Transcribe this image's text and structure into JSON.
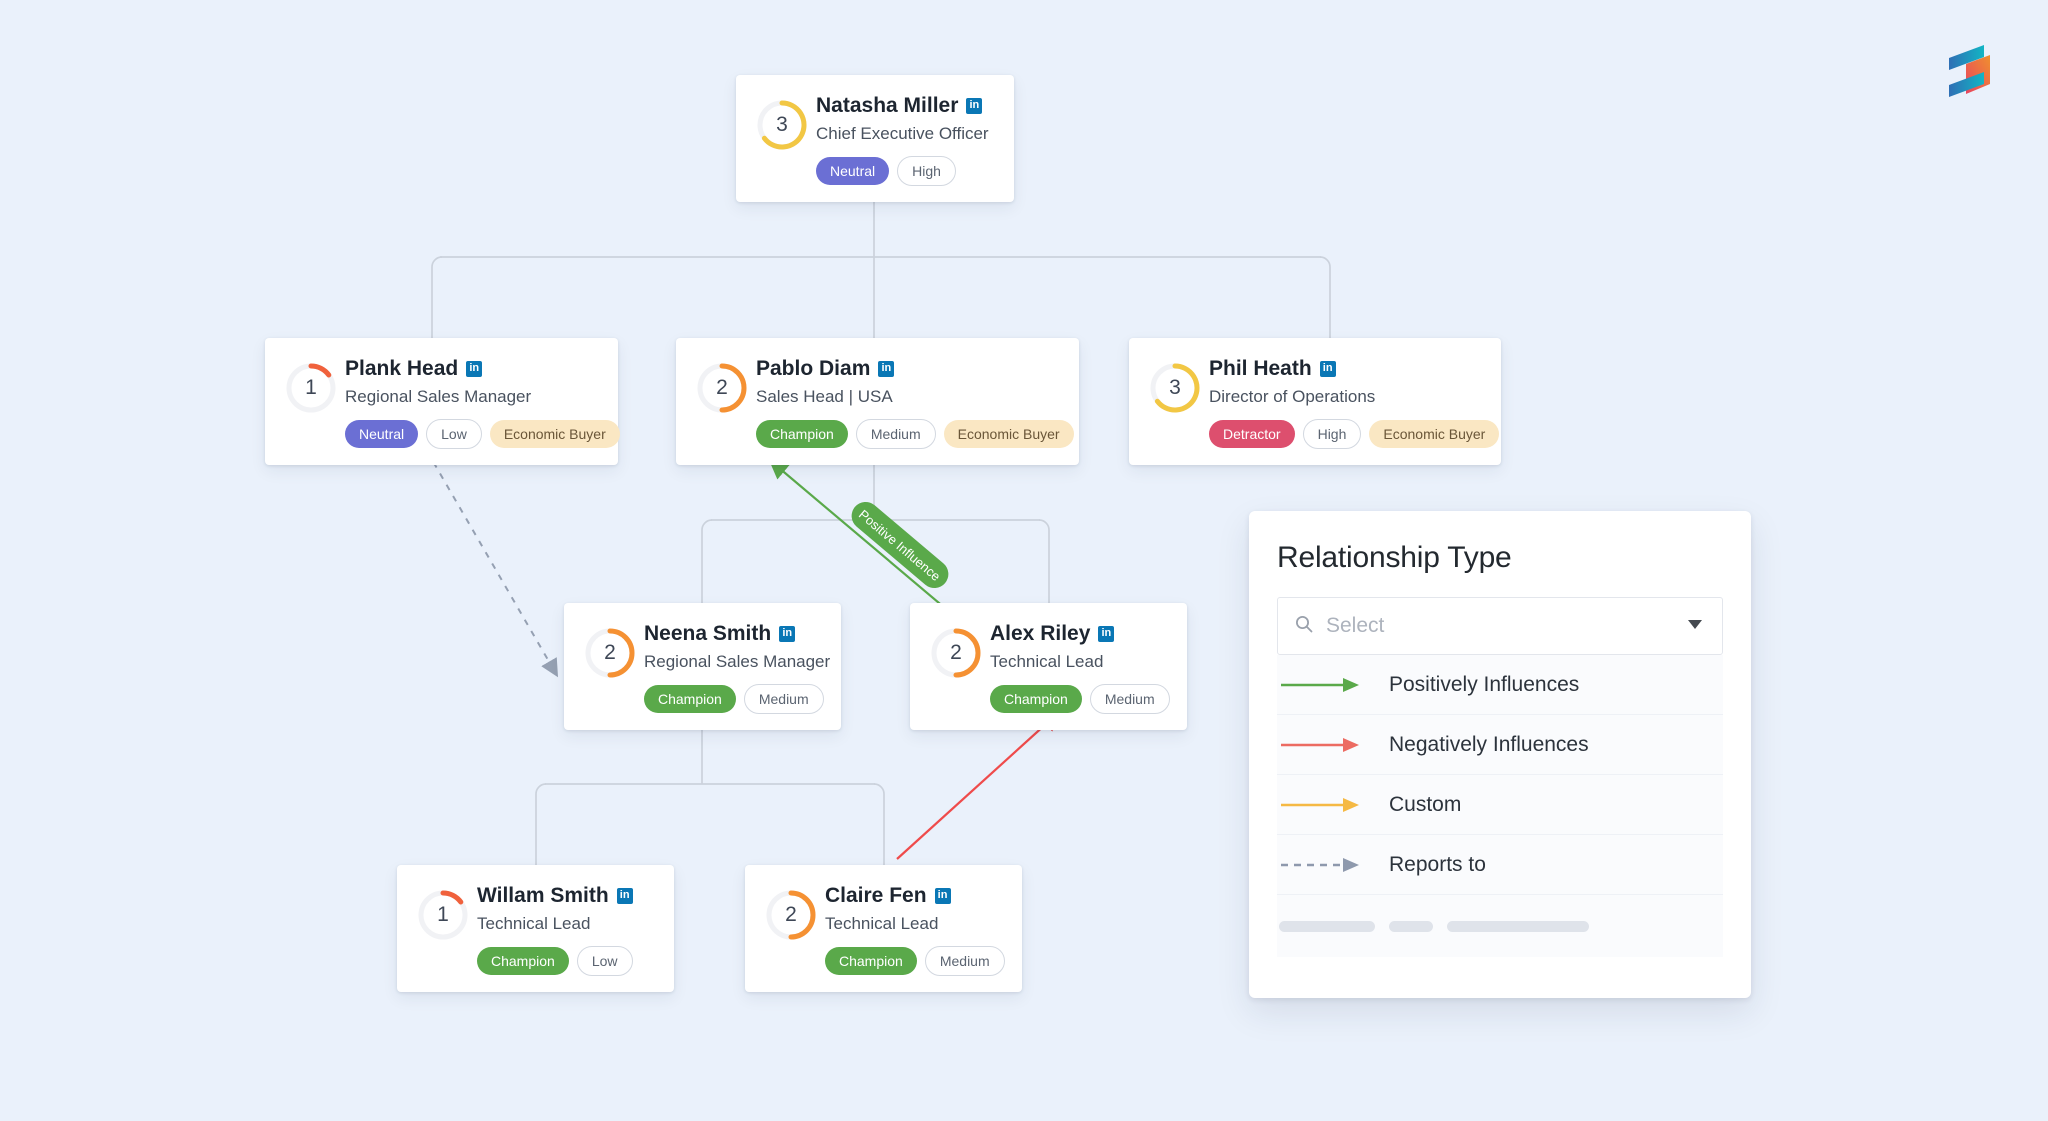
{
  "app": {
    "background_color": "#eaf1fb",
    "logo_name": "company-logo"
  },
  "org_chart": {
    "nodes": [
      {
        "id": "natasha",
        "name": "Natasha Miller",
        "title": "Chief Executive Officer",
        "score": "3",
        "score_color": "#f2c744",
        "score_pct": 75,
        "linkedin": "in",
        "badges": [
          {
            "label": "Neutral",
            "style": "solid-neutral"
          },
          {
            "label": "High",
            "style": "outline"
          }
        ]
      },
      {
        "id": "plank",
        "name": "Plank Head",
        "title": "Regional Sales Manager",
        "score": "1",
        "score_color": "#f0613c",
        "score_pct": 25,
        "linkedin": "in",
        "badges": [
          {
            "label": "Neutral",
            "style": "solid-neutral"
          },
          {
            "label": "Low",
            "style": "outline"
          },
          {
            "label": "Economic Buyer",
            "style": "tan"
          }
        ]
      },
      {
        "id": "pablo",
        "name": "Pablo Diam",
        "title": "Sales Head | USA",
        "score": "2",
        "score_color": "#f59133",
        "score_pct": 50,
        "linkedin": "in",
        "badges": [
          {
            "label": "Champion",
            "style": "solid-champion"
          },
          {
            "label": "Medium",
            "style": "outline"
          },
          {
            "label": "Economic Buyer",
            "style": "tan"
          }
        ]
      },
      {
        "id": "phil",
        "name": "Phil Heath",
        "title": "Director of Operations",
        "score": "3",
        "score_color": "#f2c744",
        "score_pct": 75,
        "linkedin": "in",
        "badges": [
          {
            "label": "Detractor",
            "style": "solid-detractor"
          },
          {
            "label": "High",
            "style": "outline"
          },
          {
            "label": "Economic Buyer",
            "style": "tan"
          }
        ]
      },
      {
        "id": "neena",
        "name": "Neena Smith",
        "title": "Regional Sales Manager",
        "score": "2",
        "score_color": "#f59133",
        "score_pct": 50,
        "linkedin": "in",
        "badges": [
          {
            "label": "Champion",
            "style": "solid-champion"
          },
          {
            "label": "Medium",
            "style": "outline"
          }
        ]
      },
      {
        "id": "alex",
        "name": "Alex Riley",
        "title": "Technical Lead",
        "score": "2",
        "score_color": "#f59133",
        "score_pct": 50,
        "linkedin": "in",
        "badges": [
          {
            "label": "Champion",
            "style": "solid-champion"
          },
          {
            "label": "Medium",
            "style": "outline"
          }
        ]
      },
      {
        "id": "willam",
        "name": "Willam Smith",
        "title": "Technical Lead",
        "score": "1",
        "score_color": "#f0613c",
        "score_pct": 25,
        "linkedin": "in",
        "badges": [
          {
            "label": "Champion",
            "style": "solid-champion"
          },
          {
            "label": "Low",
            "style": "outline"
          }
        ]
      },
      {
        "id": "claire",
        "name": "Claire Fen",
        "title": "Technical Lead",
        "score": "2",
        "score_color": "#f59133",
        "score_pct": 50,
        "linkedin": "in",
        "badges": [
          {
            "label": "Champion",
            "style": "solid-champion"
          },
          {
            "label": "Medium",
            "style": "outline"
          }
        ]
      }
    ],
    "reporting_edges": [
      {
        "from": "natasha",
        "to": "plank"
      },
      {
        "from": "natasha",
        "to": "pablo"
      },
      {
        "from": "natasha",
        "to": "phil"
      },
      {
        "from": "pablo",
        "to": "neena"
      },
      {
        "from": "pablo",
        "to": "alex"
      },
      {
        "from": "neena",
        "to": "willam"
      },
      {
        "from": "neena",
        "to": "claire"
      }
    ],
    "relationship_edges": [
      {
        "from": "alex",
        "to": "pablo",
        "type": "Positively Influences",
        "label": "Positive Influence",
        "color": "#5aa94a",
        "style": "solid"
      },
      {
        "from": "claire",
        "to": "alex",
        "type": "Negatively Influences",
        "label": "",
        "color": "#ef4b4b",
        "style": "solid"
      },
      {
        "from": "plank",
        "to": "neena",
        "type": "Reports to",
        "label": "",
        "color": "#8e99ad",
        "style": "dashed"
      }
    ]
  },
  "relationship_panel": {
    "title": "Relationship Type",
    "search": {
      "placeholder": "Select",
      "value": "",
      "icon": "search-icon",
      "caret_icon": "chevron-down-icon"
    },
    "options": [
      {
        "label": "Positively Influences",
        "color": "#5aa94a",
        "style": "solid"
      },
      {
        "label": "Negatively Influences",
        "color": "#ec6b62",
        "style": "solid"
      },
      {
        "label": "Custom",
        "color": "#f5b944",
        "style": "solid"
      },
      {
        "label": "Reports to",
        "color": "#8e99ad",
        "style": "dashed"
      }
    ]
  }
}
